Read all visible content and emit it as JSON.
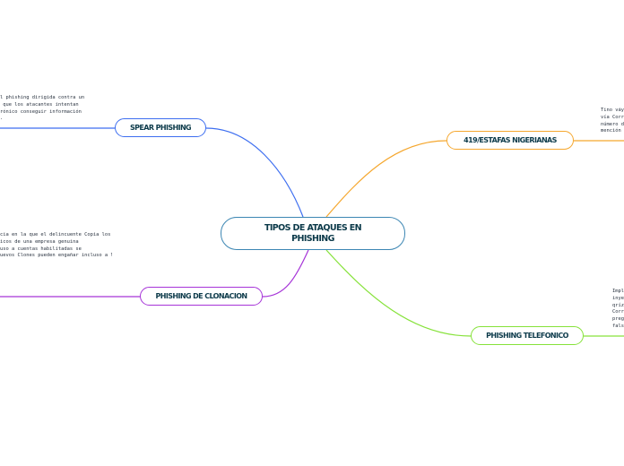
{
  "colors": {
    "central": "#3c86b3",
    "spear": "#3d6ef0",
    "estafas": "#f5a72e",
    "clonacion": "#a634d8",
    "telefonico": "#86e23a",
    "text": "#0c3a4a"
  },
  "central": {
    "title": "TIPOS DE ATAQUES EN PHISHING"
  },
  "branches": {
    "spear": {
      "label": "SPEAR PHISHING",
      "note": "l phishing dirigida contra un\n que los atacantes intentan\nrónico conseguir información\n."
    },
    "estafas": {
      "label": "419/ESTAFAS NIGERIANAS",
      "note": "Tino váy\nvía Corr\nnúmero d\nmención"
    },
    "clonacion": {
      "label": "PHISHING DE CLONACION",
      "note": "cia en la que el delincuente Copia los\nicos de una empresa genuina\nuso a cuentas habilitadas se\nuevos Clones pueden engañar incluso a los"
    },
    "telefonico": {
      "label": "PHISHING TELEFONICO",
      "note": "Impl\ninyec\nqríz\nCorr\npreg\nfalsa"
    }
  }
}
